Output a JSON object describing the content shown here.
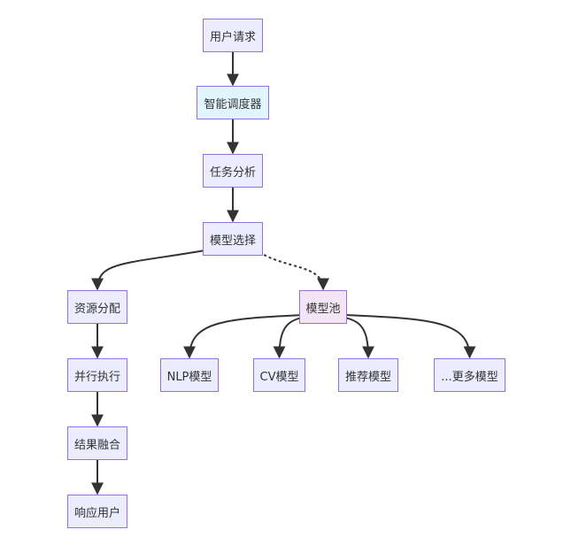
{
  "nodes": {
    "request": "用户请求",
    "scheduler": "智能调度器",
    "analysis": "任务分析",
    "select": "模型选择",
    "alloc": "资源分配",
    "pool": "模型池",
    "parallel": "并行执行",
    "nlp": "NLP模型",
    "cv": "CV模型",
    "rec": "推荐模型",
    "more": "...更多模型",
    "fusion": "结果融合",
    "respond": "响应用户"
  },
  "edges": [
    {
      "from": "request",
      "to": "scheduler",
      "style": "solid"
    },
    {
      "from": "scheduler",
      "to": "analysis",
      "style": "solid"
    },
    {
      "from": "analysis",
      "to": "select",
      "style": "solid"
    },
    {
      "from": "select",
      "to": "alloc",
      "style": "solid"
    },
    {
      "from": "select",
      "to": "pool",
      "style": "dotted"
    },
    {
      "from": "alloc",
      "to": "parallel",
      "style": "solid"
    },
    {
      "from": "pool",
      "to": "nlp",
      "style": "solid"
    },
    {
      "from": "pool",
      "to": "cv",
      "style": "solid"
    },
    {
      "from": "pool",
      "to": "rec",
      "style": "solid"
    },
    {
      "from": "pool",
      "to": "more",
      "style": "solid"
    },
    {
      "from": "parallel",
      "to": "fusion",
      "style": "solid"
    },
    {
      "from": "fusion",
      "to": "respond",
      "style": "solid"
    }
  ],
  "colors": {
    "node_fill": "#ececff",
    "node_border": "#9370db",
    "scheduler_fill": "#e1f5fe",
    "pool_fill": "#f3e5f5",
    "edge": "#333333",
    "text": "#333333"
  }
}
